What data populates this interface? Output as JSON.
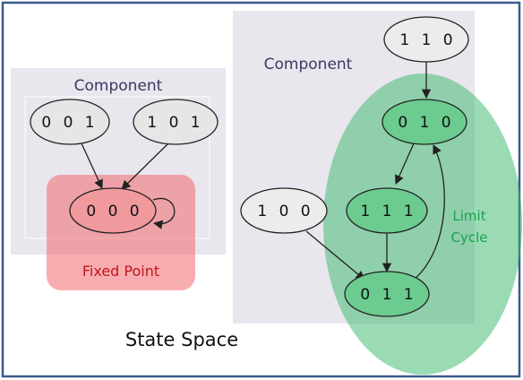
{
  "diagram": {
    "title": "State Space",
    "components": [
      {
        "id": "left",
        "label": "Component"
      },
      {
        "id": "right",
        "label": "Component"
      }
    ],
    "regions": {
      "fixed_point": {
        "label": "Fixed Point",
        "color": "#f28a8e"
      },
      "limit_cycle": {
        "label_line1": "Limit",
        "label_line2": "Cycle",
        "color": "#37b86a"
      }
    },
    "nodes": [
      {
        "id": "n001",
        "label": "0 0 1"
      },
      {
        "id": "n101",
        "label": "1 0 1"
      },
      {
        "id": "n000",
        "label": "0 0 0"
      },
      {
        "id": "n110",
        "label": "1 1 0"
      },
      {
        "id": "n010",
        "label": "0 1 0"
      },
      {
        "id": "n111",
        "label": "1 1 1"
      },
      {
        "id": "n100",
        "label": "1 0 0"
      },
      {
        "id": "n011",
        "label": "0 1 1"
      }
    ],
    "edges": [
      {
        "from": "001",
        "to": "000"
      },
      {
        "from": "101",
        "to": "000"
      },
      {
        "from": "000",
        "to": "000"
      },
      {
        "from": "110",
        "to": "010"
      },
      {
        "from": "010",
        "to": "111"
      },
      {
        "from": "111",
        "to": "011"
      },
      {
        "from": "100",
        "to": "011"
      },
      {
        "from": "011",
        "to": "010"
      }
    ],
    "colors": {
      "border": "#3d5a8c",
      "component_fill": "#e9e6ee",
      "edge": "#222222"
    }
  }
}
